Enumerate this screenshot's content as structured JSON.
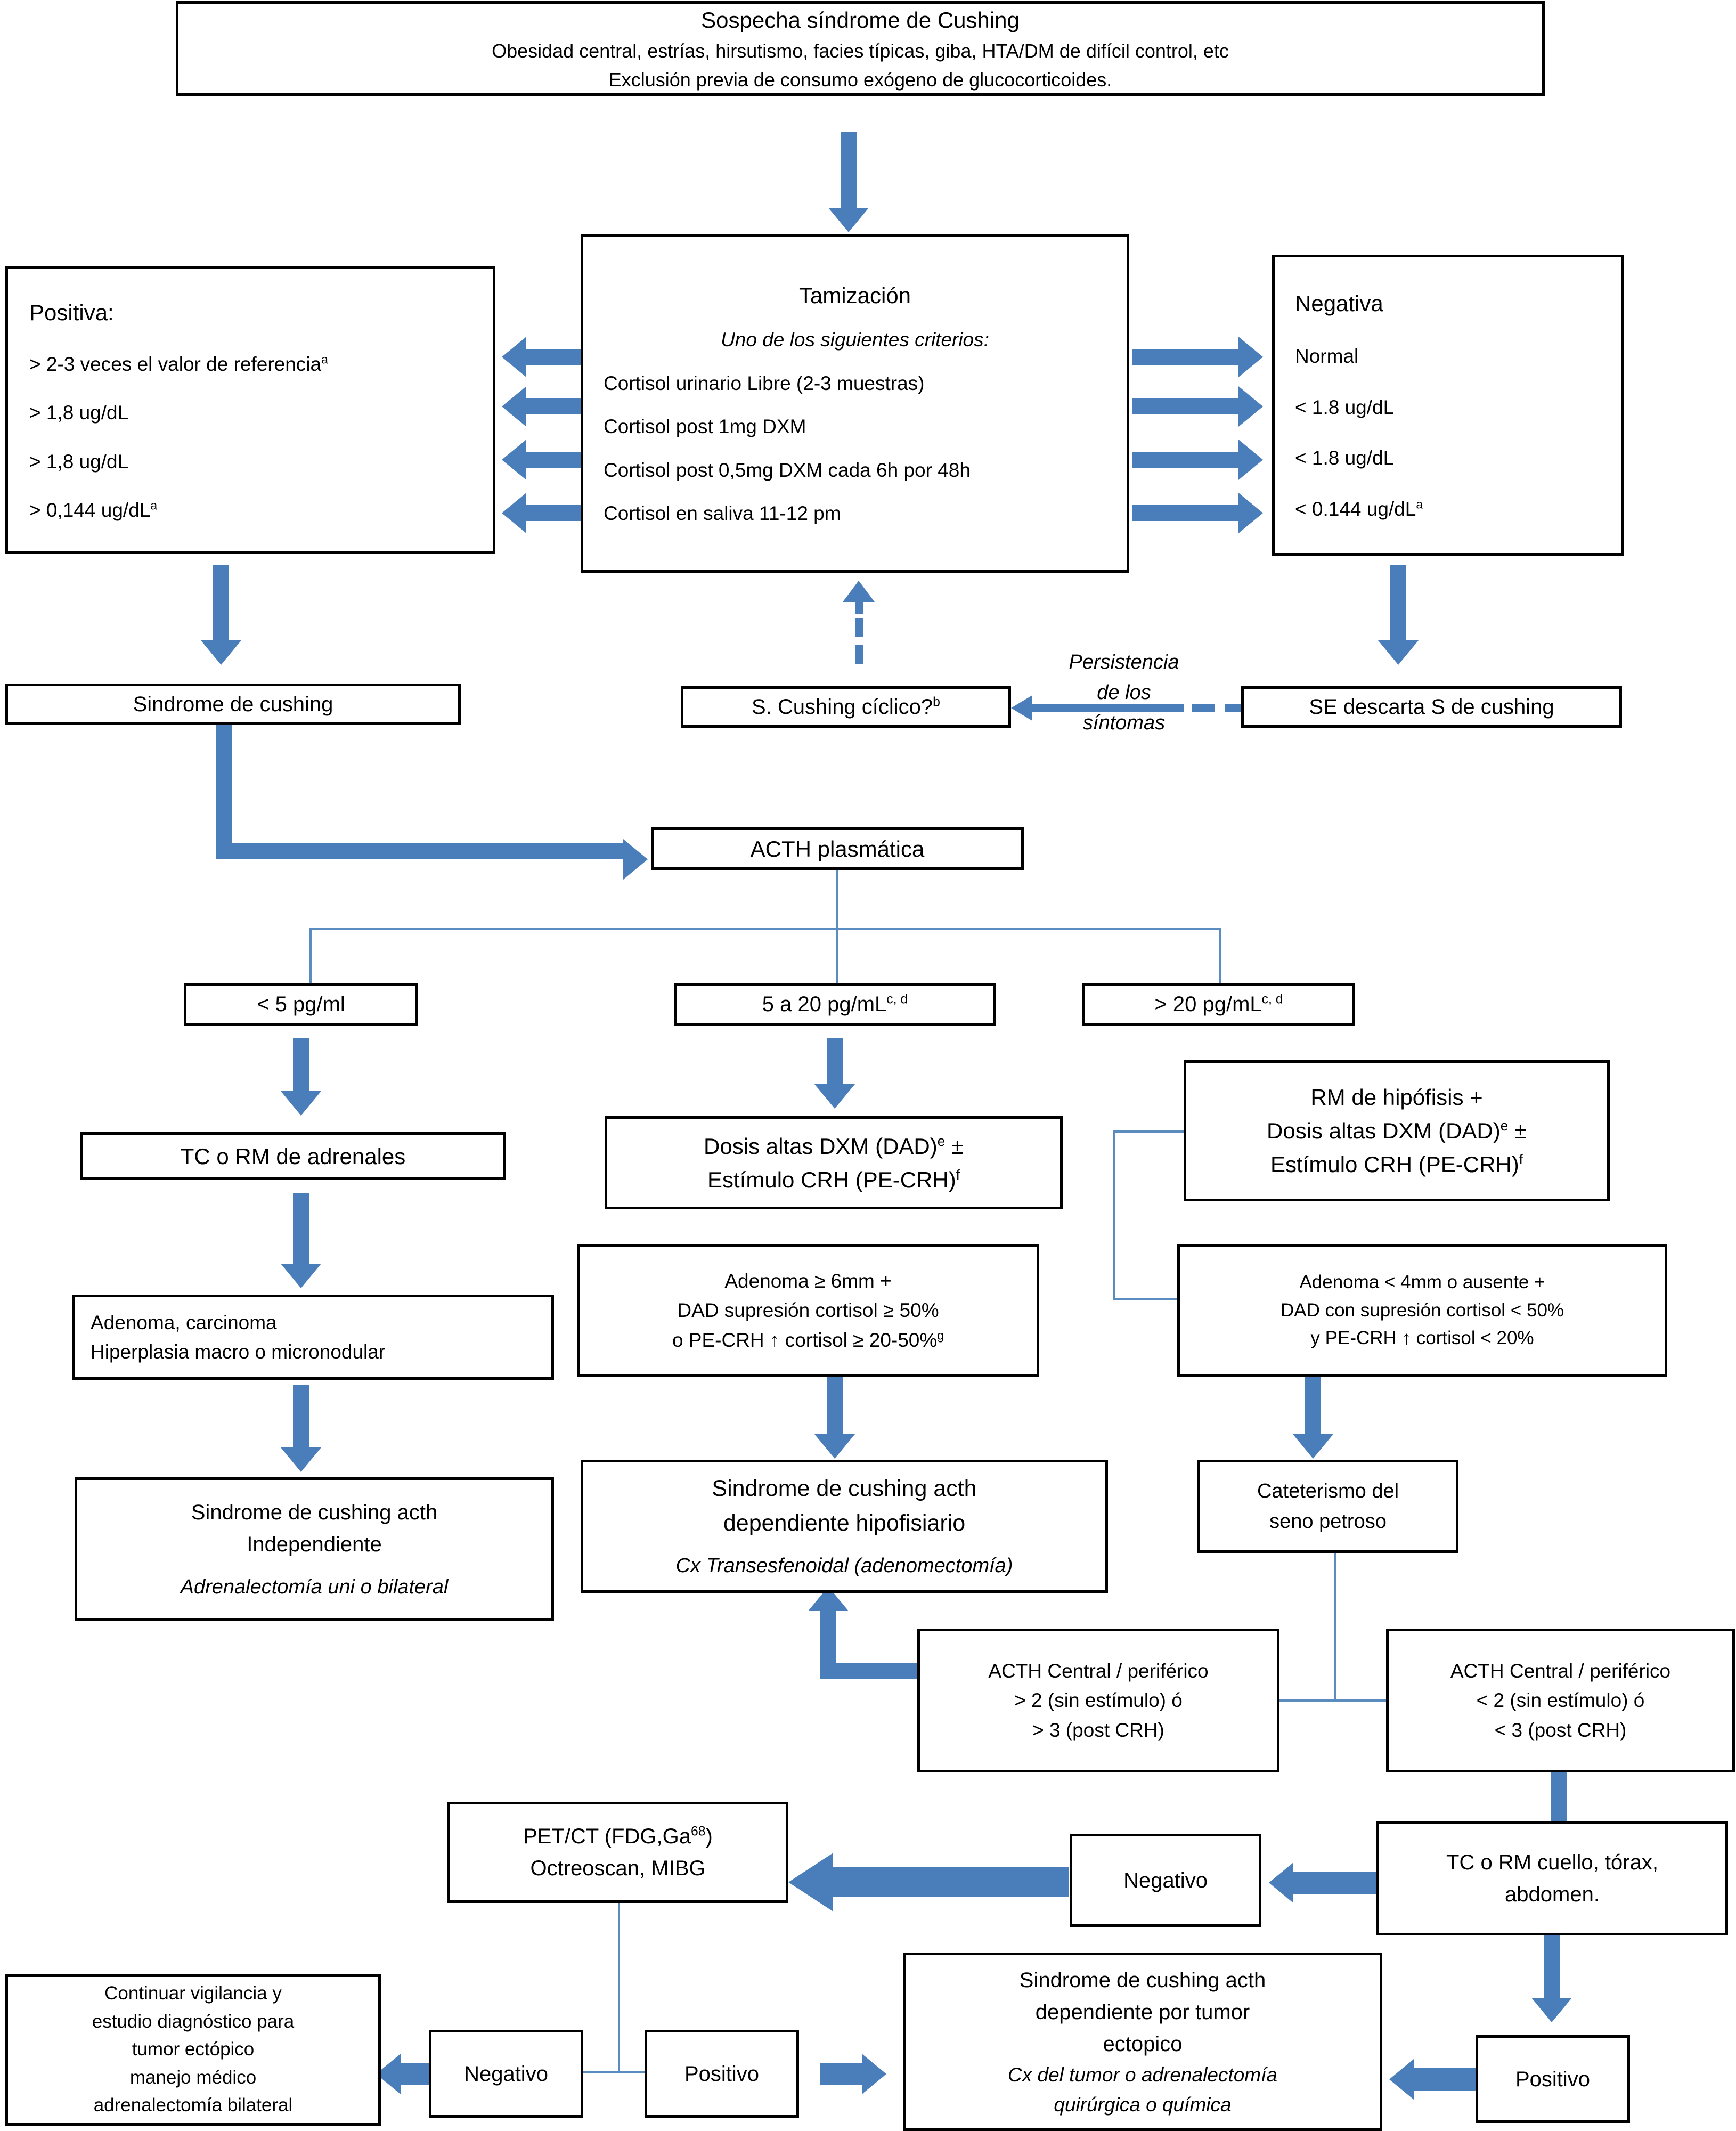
{
  "colors": {
    "arrow": "#4A7EBB",
    "thin_connector": "#5B8CC0",
    "box_border": "#000000",
    "background": "#FFFFFF",
    "text": "#000000"
  },
  "nodes": {
    "suspicion": {
      "line1": "Sospecha síndrome de Cushing",
      "line2": "Obesidad central, estrías, hirsutismo, facies típicas, giba, HTA/DM de difícil control, etc",
      "line3": "Exclusión previa de consumo exógeno de glucocorticoides."
    },
    "screening": {
      "title": "Tamización",
      "subtitle": "Uno de los siguientes criterios:",
      "criteria": [
        "Cortisol urinario Libre (2-3 muestras)",
        "Cortisol post 1mg DXM",
        "Cortisol post 0,5mg DXM cada 6h por 48h",
        "Cortisol en saliva 11-12 pm"
      ]
    },
    "positive": {
      "title": "Positiva:",
      "values": [
        "> 2-3 veces el valor de referencia",
        "> 1,8 ug/dL",
        "> 1,8 ug/dL",
        "> 0,144 ug/dL"
      ],
      "sups": [
        "a",
        "",
        "",
        "a"
      ]
    },
    "negative": {
      "title": "Negativa",
      "values": [
        "Normal",
        "< 1.8 ug/dL",
        "< 1.8 ug/dL",
        "<  0.144 ug/dL"
      ],
      "sups": [
        "",
        "",
        "",
        "a"
      ]
    },
    "cushing_syndrome": {
      "label": "Sindrome de cushing"
    },
    "cyclic": {
      "label": "S. Cushing cíclico?",
      "sup": "b"
    },
    "ruled_out": {
      "label": "SE descarta S de cushing"
    },
    "persistence_label": {
      "line1": "Persistencia",
      "line2": "de los",
      "line3": "síntomas"
    },
    "acth_plasma": {
      "label": "ACTH plasmática"
    },
    "acth_low": {
      "label": "< 5 pg/ml",
      "sup": ""
    },
    "acth_mid": {
      "label": "5 a 20 pg/mL",
      "sup": "c, d"
    },
    "acth_high": {
      "label": "> 20 pg/mL",
      "sup": "c, d"
    },
    "adrenal_imaging": {
      "label": "TC o RM de adrenales"
    },
    "adrenal_findings": {
      "line1": "Adenoma, carcinoma",
      "line2": "Hiperplasia macro o micronodular"
    },
    "acth_independent": {
      "line1": "Sindrome de cushing acth",
      "line2": "Independiente",
      "line3": "Adrenalectomía uni o bilateral"
    },
    "dad_mid": {
      "line1_a": "Dosis altas DXM (DAD)",
      "line1_sup": "e",
      "line1_b": " ±",
      "line2_a": "Estímulo CRH (PE-CRH)",
      "line2_sup": "f"
    },
    "dad_high": {
      "line0": "RM de hipófisis +",
      "line1_a": "Dosis altas DXM (DAD)",
      "line1_sup": "e",
      "line1_b": " ±",
      "line2_a": "Estímulo CRH (PE-CRH)",
      "line2_sup": "f"
    },
    "adenoma_pituitary": {
      "line1": "Adenoma ≥ 6mm  +",
      "line2": "DAD supresión cortisol  ≥ 50%",
      "line3_a": "o PE-CRH  ↑ cortisol ≥ 20-50%",
      "line3_sup": "g"
    },
    "adenoma_small": {
      "line1": "Adenoma < 4mm o ausente +",
      "line2": "DAD con supresión cortisol  < 50%",
      "line3": "y PE-CRH ↑ cortisol < 20%"
    },
    "pituitary_dependent": {
      "line1": "Sindrome de cushing acth",
      "line2": "dependiente hipofisiario",
      "line3": "Cx Transesfenoidal (adenomectomía)"
    },
    "petrosal": {
      "line1": "Cateterismo del",
      "line2": "seno petroso"
    },
    "acth_ratio_high": {
      "line1": "ACTH Central / periférico",
      "line2": "> 2 (sin estímulo) ó",
      "line3": "> 3 (post CRH)"
    },
    "acth_ratio_low": {
      "line1": "ACTH Central / periférico",
      "line2": "< 2  (sin estímulo) ó",
      "line3": "< 3 (post CRH)"
    },
    "ct_mr_body": {
      "line1": "TC o RM cuello, tórax,",
      "line2": "abdomen."
    },
    "negative_1": {
      "label": "Negativo"
    },
    "pet_ct": {
      "line1_a": "PET/CT (FDG,Ga",
      "line1_sup": "68",
      "line1_b": ")",
      "line2": "Octreoscan, MIBG"
    },
    "surveillance": {
      "line1": "Continuar vigilancia y",
      "line2": "estudio diagnóstico para",
      "line3": "tumor ectópico",
      "line4": "manejo médico",
      "line5": "adrenalectomía bilateral"
    },
    "negative_2": {
      "label": "Negativo"
    },
    "positive_2": {
      "label": "Positivo"
    },
    "positive_3": {
      "label": "Positivo"
    },
    "ectopic": {
      "line1": "Sindrome de cushing acth",
      "line2": "dependiente por tumor",
      "line3": "ectopico",
      "line4": "Cx del tumor o adrenalectomía",
      "line5": "quirúrgica o química"
    }
  }
}
